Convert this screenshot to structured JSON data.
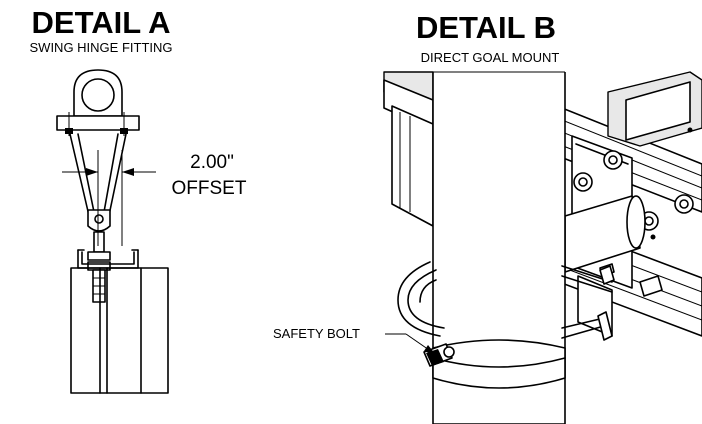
{
  "detail_a": {
    "title": "DETAIL  A",
    "subtitle": "SWING HINGE FITTING",
    "dimension_value": "2.00\"",
    "dimension_label": "OFFSET"
  },
  "detail_b": {
    "title": "DETAIL  B",
    "subtitle": "DIRECT GOAL MOUNT",
    "callout_label": "SAFETY BOLT"
  }
}
